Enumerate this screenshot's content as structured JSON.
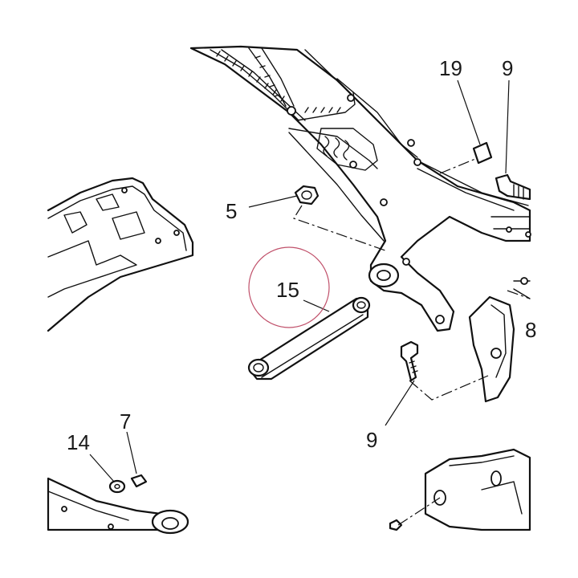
{
  "callouts": {
    "c19": "19",
    "c9_top": "9",
    "c5": "5",
    "c15": "15",
    "c9_bottom": "9",
    "c14": "14",
    "c7": "7",
    "c8_partial": "8"
  },
  "colors": {
    "line": "#111111",
    "highlight_circle": "#c0506a",
    "background": "#ffffff"
  }
}
